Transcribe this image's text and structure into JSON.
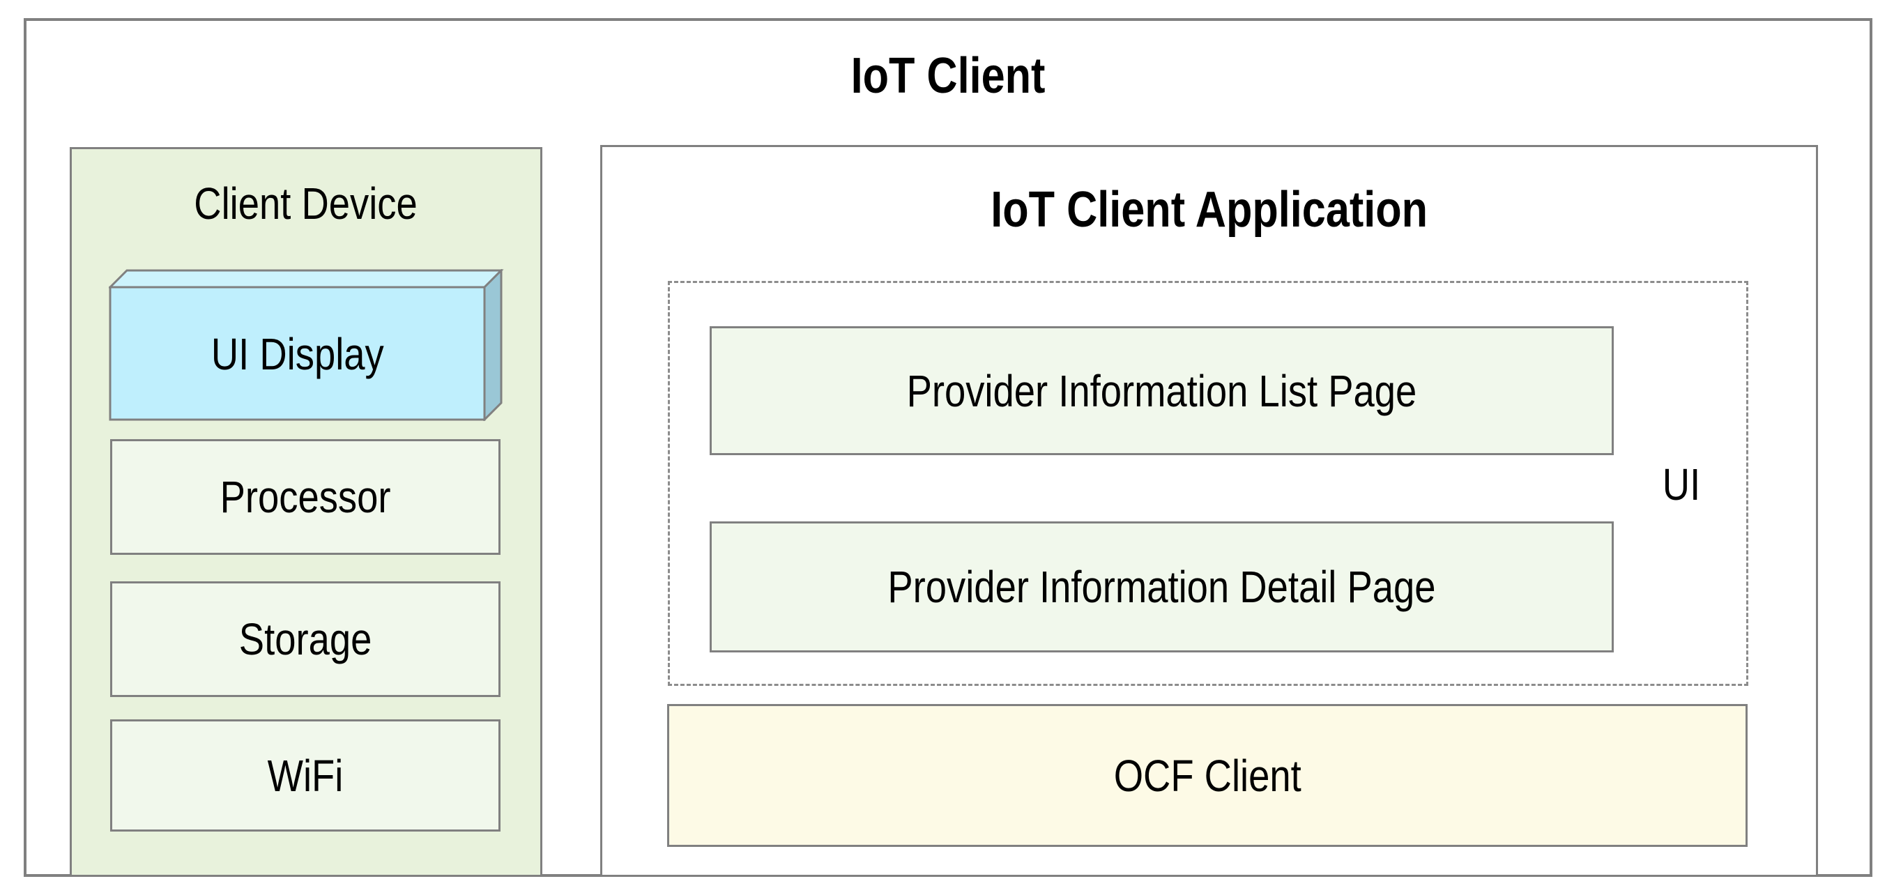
{
  "diagram": {
    "title": "IoT Client",
    "client_device": {
      "title": "Client Device",
      "components": {
        "ui_display": "UI Display",
        "processor": "Processor",
        "storage": "Storage",
        "wifi": "WiFi"
      }
    },
    "application": {
      "title": "IoT Client Application",
      "ui_group": {
        "label": "UI",
        "list_page": "Provider Information List Page",
        "detail_page": "Provider Information Detail Page"
      },
      "ocf_client": "OCF Client"
    }
  },
  "colors": {
    "border_gray": "#808080",
    "dash_gray": "#8c8c8c",
    "panel_green": "#e8f2dc",
    "box_green": "#f1f8ec",
    "blue_front": "#bfeffd",
    "blue_top": "#cdf3fc",
    "blue_side": "#9ac7d6",
    "yellow": "#fdfae6",
    "text_black": "#000000",
    "background": "#ffffff"
  }
}
